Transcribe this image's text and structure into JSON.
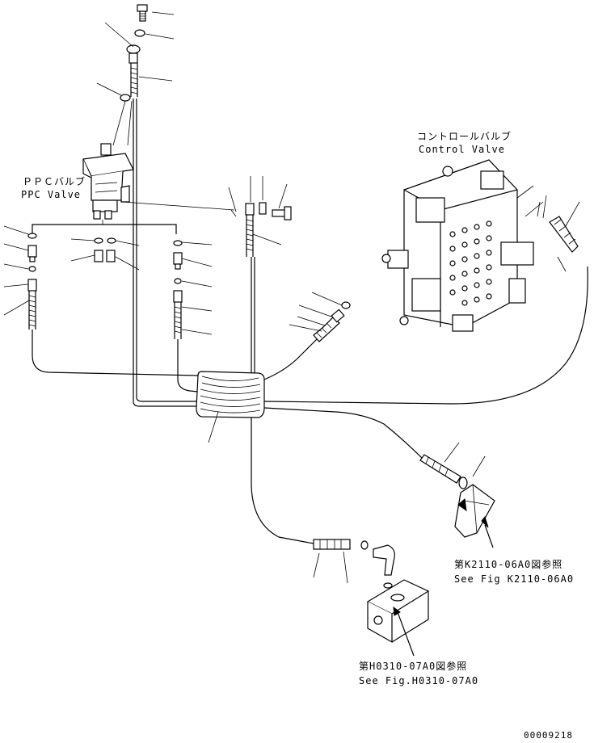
{
  "labels": {
    "ppc_valve_jp": "ＰＰＣバルブ",
    "ppc_valve_en": "PPC Valve",
    "control_valve_jp": "コントロールバルブ",
    "control_valve_en": "Control Valve",
    "ref1_jp": "第K2110-06A0図参照",
    "ref1_en": "See Fig K2110-06A0",
    "ref2_jp": "第H0310-07A0図参照",
    "ref2_en": "See Fig.H0310-07A0",
    "drawing_number": "00009218"
  }
}
